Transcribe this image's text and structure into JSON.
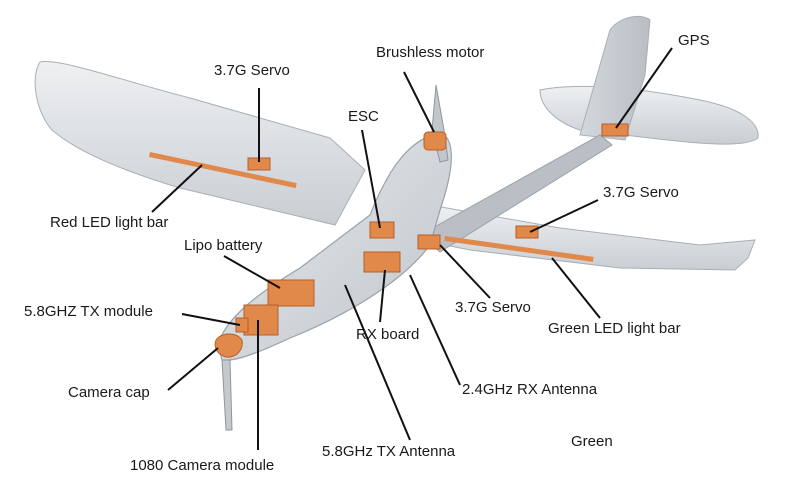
{
  "colors": {
    "airframe_fill": "#d9dde1",
    "airframe_stroke": "#a9afb5",
    "component": "#e0894a",
    "component_dark": "#b85f26",
    "leader": "#111111",
    "background": "#ffffff"
  },
  "labels": {
    "servo_left": "3.7G Servo",
    "brushless_motor": "Brushless motor",
    "gps": "GPS",
    "esc": "ESC",
    "red_led": "Red LED light bar",
    "lipo": "Lipo battery",
    "servo_right": "3.7G Servo",
    "tx_module": "5.8GHZ TX module",
    "servo_center": "3.7G Servo",
    "rx_board": "RX board",
    "green_led": "Green  LED light bar",
    "camera_cap": "Camera cap",
    "rx_antenna": "2.4GHz RX Antenna",
    "tx_antenna": "5.8GHz TX Antenna",
    "camera_module": "1080 Camera module",
    "green_stray": "Green"
  }
}
